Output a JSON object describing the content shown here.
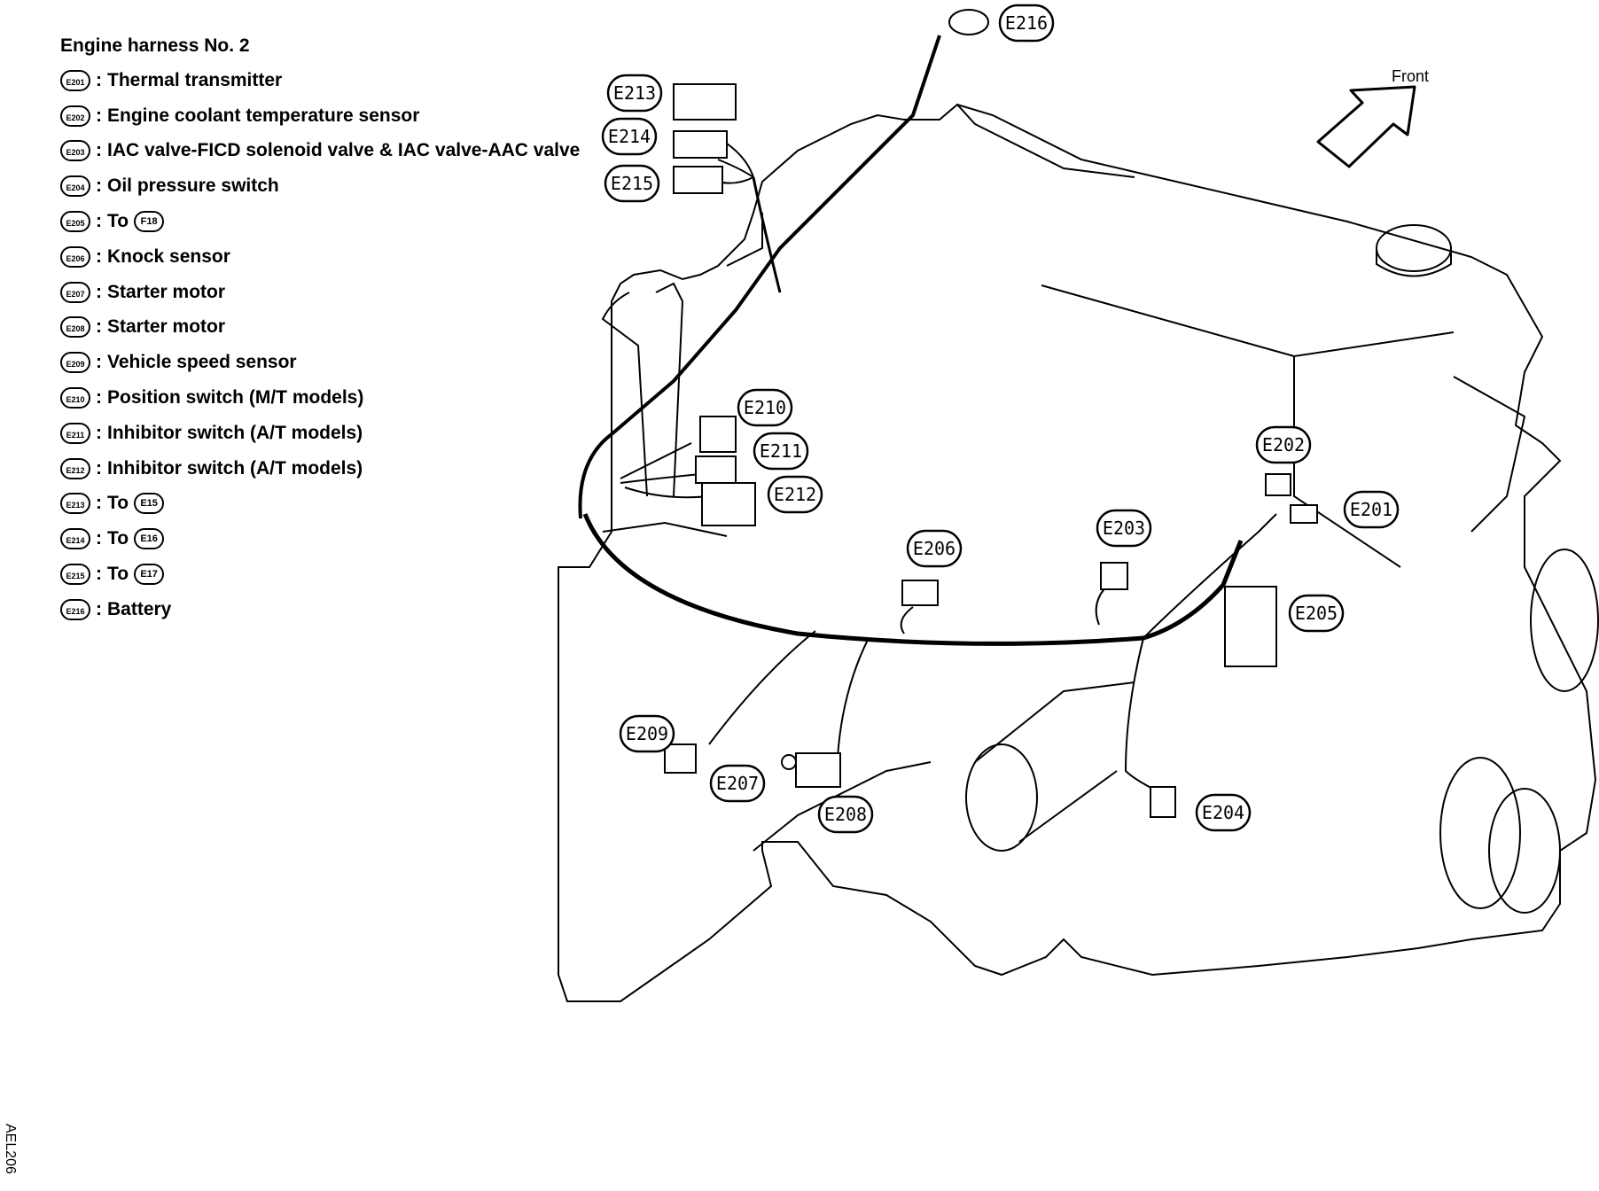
{
  "legend": {
    "title": "Engine harness No. 2",
    "items": [
      {
        "code": "E201",
        "text": "Thermal transmitter",
        "ref": ""
      },
      {
        "code": "E202",
        "text": "Engine coolant temperature sensor",
        "ref": ""
      },
      {
        "code": "E203",
        "text": "IAC valve-FICD solenoid valve & IAC valve-AAC valve",
        "ref": ""
      },
      {
        "code": "E204",
        "text": "Oil pressure switch",
        "ref": ""
      },
      {
        "code": "E205",
        "text": "To",
        "ref": "F18"
      },
      {
        "code": "E206",
        "text": "Knock sensor",
        "ref": ""
      },
      {
        "code": "E207",
        "text": "Starter motor",
        "ref": ""
      },
      {
        "code": "E208",
        "text": "Starter motor",
        "ref": ""
      },
      {
        "code": "E209",
        "text": "Vehicle speed sensor",
        "ref": ""
      },
      {
        "code": "E210",
        "text": "Position switch (M/T models)",
        "ref": ""
      },
      {
        "code": "E211",
        "text": "Inhibitor switch (A/T models)",
        "ref": ""
      },
      {
        "code": "E212",
        "text": "Inhibitor switch (A/T models)",
        "ref": ""
      },
      {
        "code": "E213",
        "text": "To",
        "ref": "E15"
      },
      {
        "code": "E214",
        "text": "To",
        "ref": "E16"
      },
      {
        "code": "E215",
        "text": "To",
        "ref": "E17"
      },
      {
        "code": "E216",
        "text": "Battery",
        "ref": ""
      }
    ]
  },
  "diagram": {
    "front_label": "Front",
    "figure_id": "AEL206",
    "callouts": {
      "E201": "E201",
      "E202": "E202",
      "E203": "E203",
      "E204": "E204",
      "E205": "E205",
      "E206": "E206",
      "E207": "E207",
      "E208": "E208",
      "E209": "E209",
      "E210": "E210",
      "E211": "E211",
      "E212": "E212",
      "E213": "E213",
      "E214": "E214",
      "E215": "E215",
      "E216": "E216"
    }
  }
}
